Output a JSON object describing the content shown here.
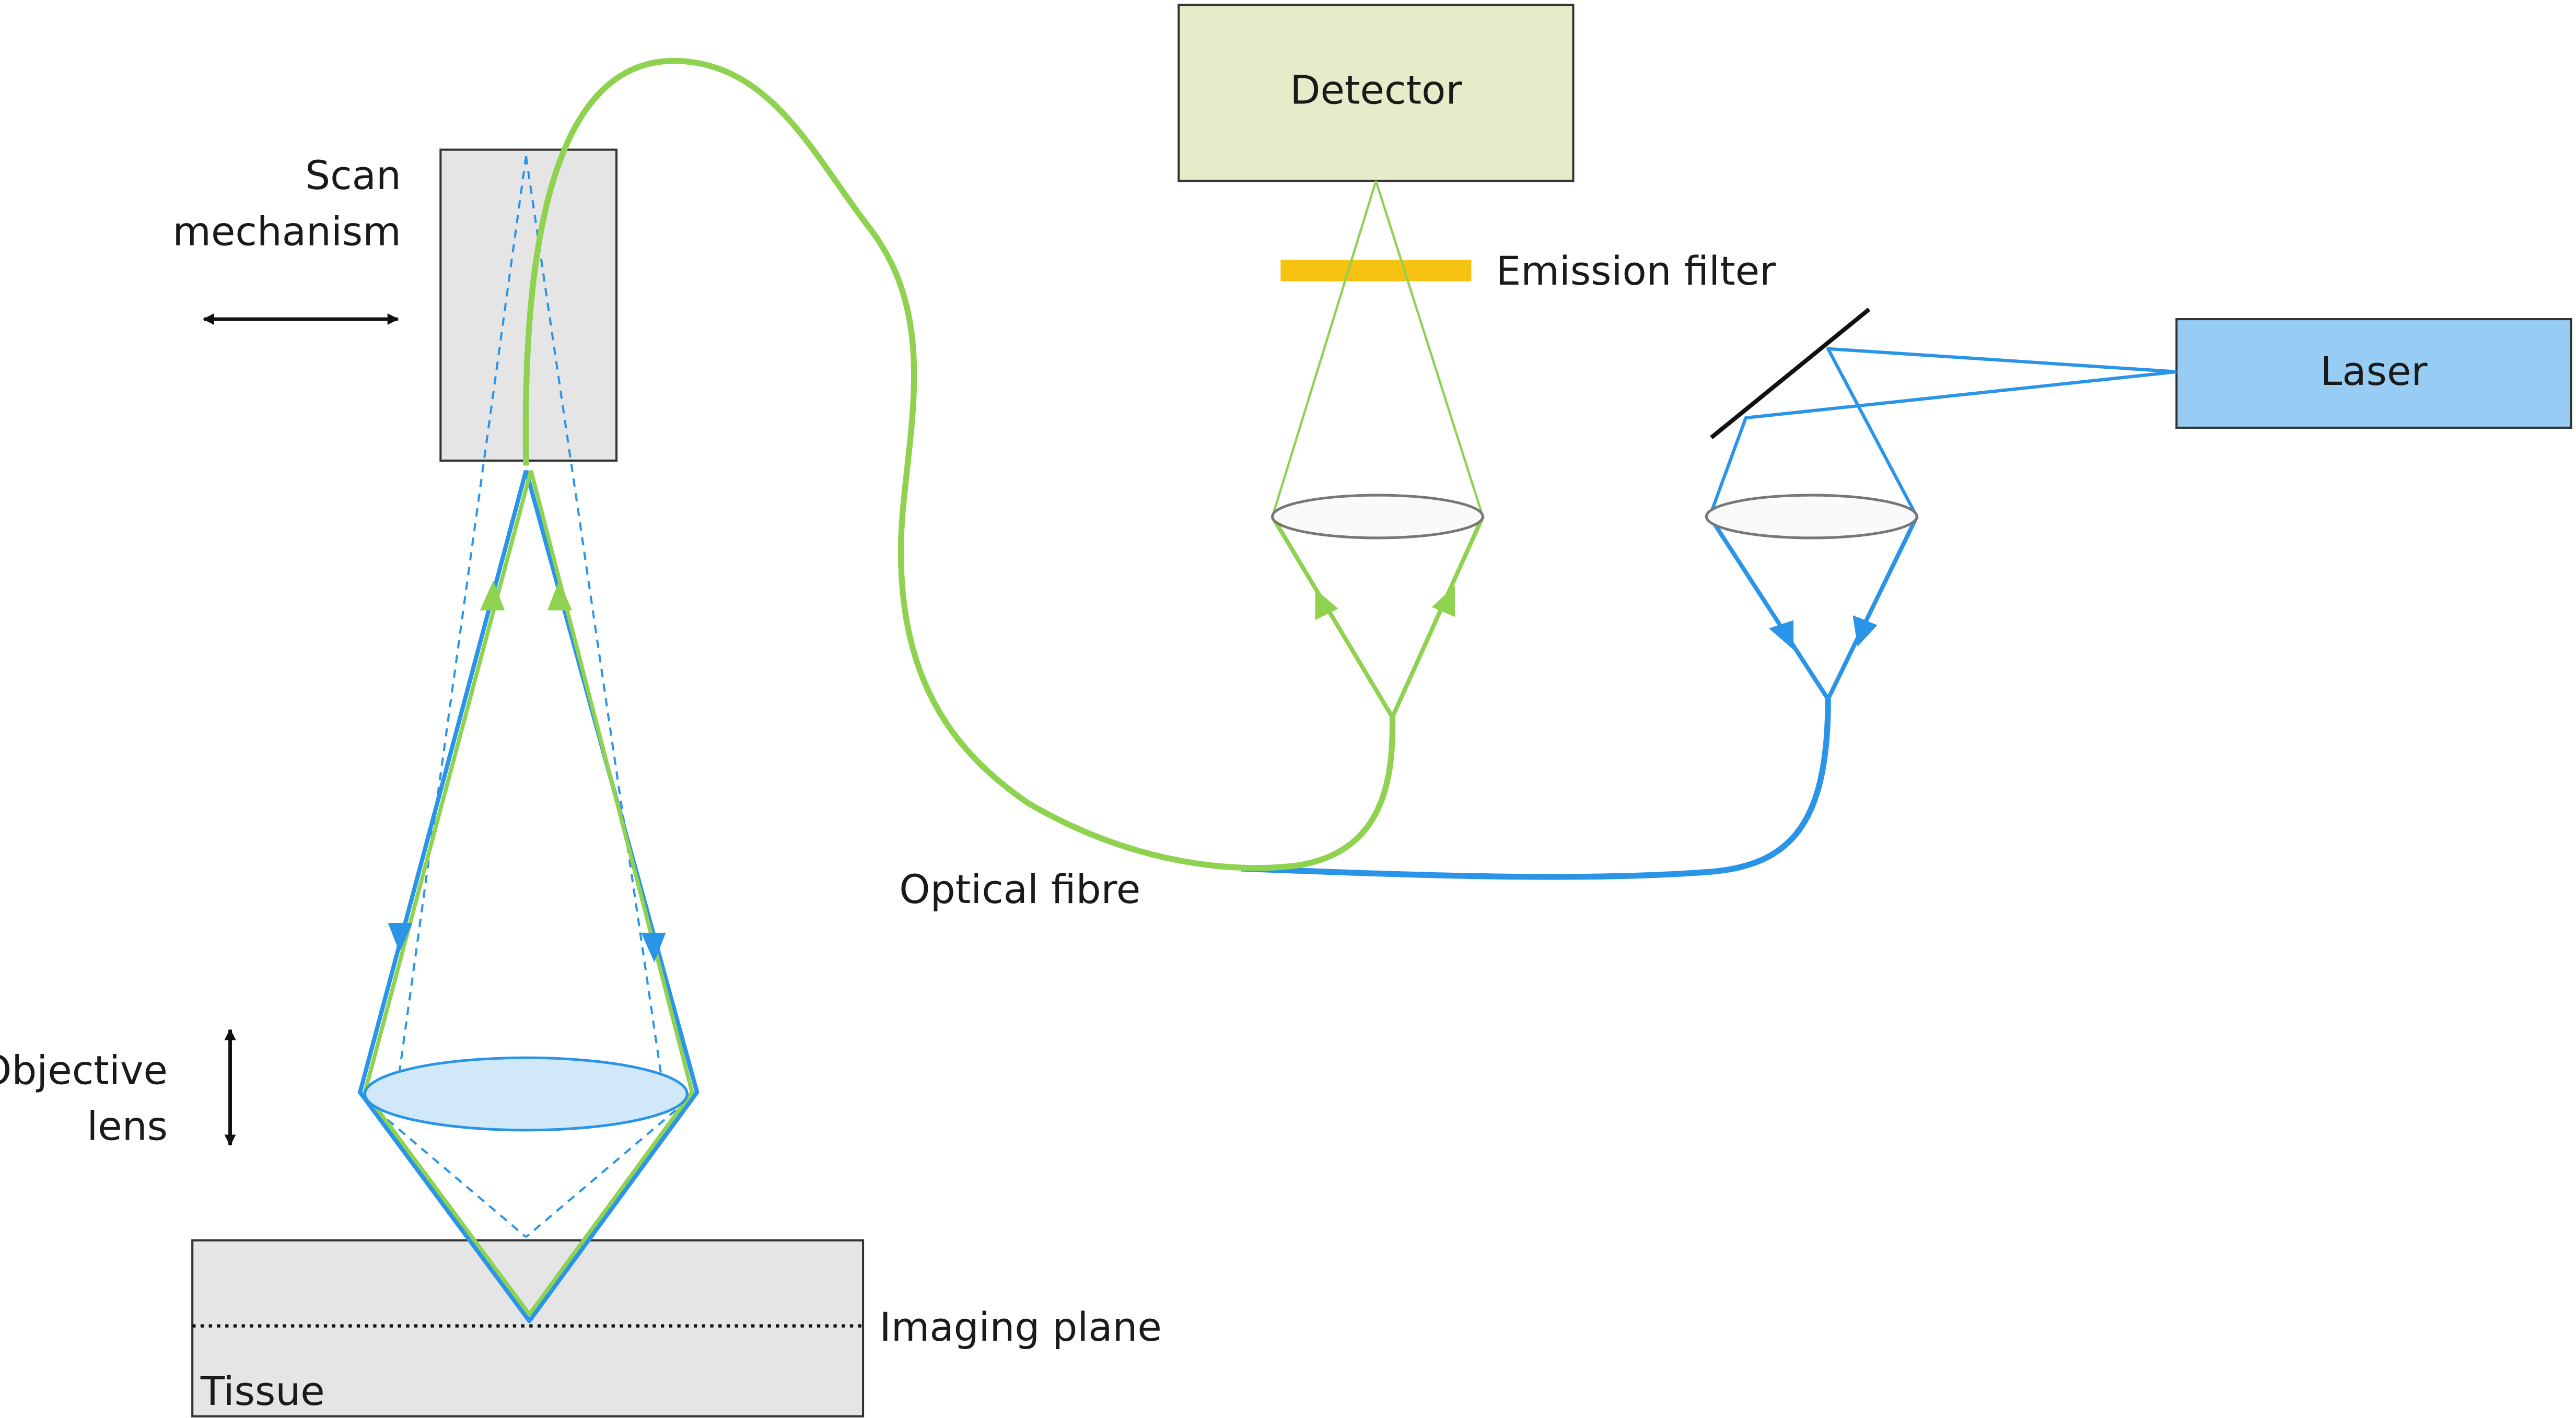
{
  "labels": {
    "scan_mechanism_line1": "Scan",
    "scan_mechanism_line2": "mechanism",
    "detector": "Detector",
    "emission_filter": "Emission filter",
    "laser": "Laser",
    "optical_fibre": "Optical fibre",
    "objective_lens_line1": "Objective",
    "objective_lens_line2": "lens",
    "imaging_plane": "Imaging plane",
    "tissue": "Tissue"
  },
  "colors": {
    "excitation_blue": "#2a95e8",
    "emission_green": "#8ed24f",
    "detector_fill": "#e5ecca",
    "laser_fill": "#97cdf5",
    "filter_yellow": "#f5c211",
    "box_gray": "#e5e5e5",
    "objective_lens_fill": "#d1e8f9",
    "outline": "#333333"
  }
}
